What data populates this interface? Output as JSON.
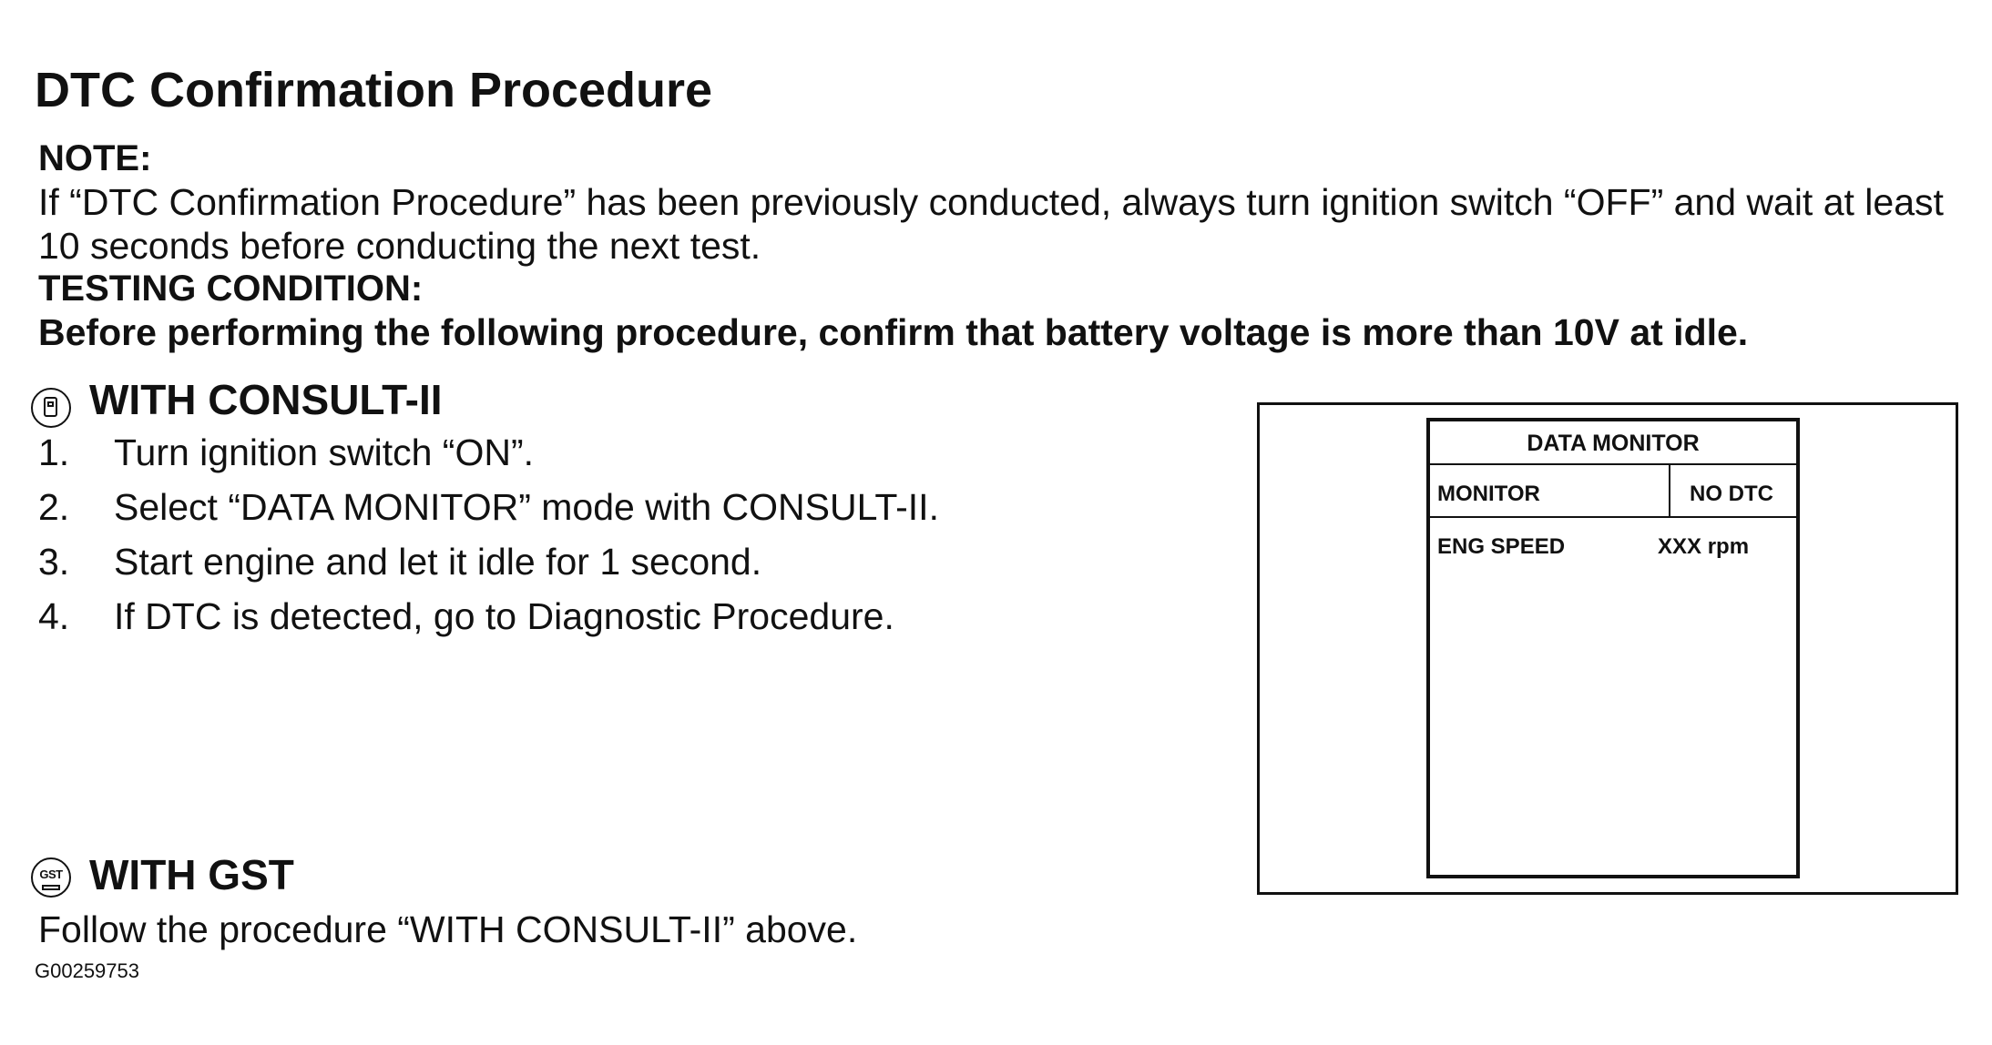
{
  "title": "DTC Confirmation Procedure",
  "note": {
    "label": "NOTE:",
    "text": "If “DTC Confirmation Procedure” has been previously conducted, always turn ignition switch “OFF” and wait at least 10 seconds before conducting the next test."
  },
  "testing_condition": {
    "label": "TESTING CONDITION:",
    "text": "Before performing the following procedure, confirm that battery voltage is more than 10V at idle."
  },
  "consult": {
    "icon": "consult-tool-icon",
    "heading": "WITH CONSULT-II",
    "steps": [
      {
        "num": "1.",
        "text": "Turn ignition switch “ON”."
      },
      {
        "num": "2.",
        "text": "Select “DATA MONITOR” mode with CONSULT-II."
      },
      {
        "num": "3.",
        "text": "Start engine and let it idle for 1 second."
      },
      {
        "num": "4.",
        "text": "If DTC is detected, go to Diagnostic Procedure."
      }
    ]
  },
  "gst": {
    "icon": "gst-tool-icon",
    "icon_label": "GST",
    "heading": "WITH GST",
    "text": "Follow the procedure “WITH CONSULT-II” above."
  },
  "figure_id": "G00259753",
  "screen": {
    "header": "DATA MONITOR",
    "col_left": "MONITOR",
    "col_right": "NO DTC",
    "param_name": "ENG SPEED",
    "param_value": "XXX rpm"
  }
}
